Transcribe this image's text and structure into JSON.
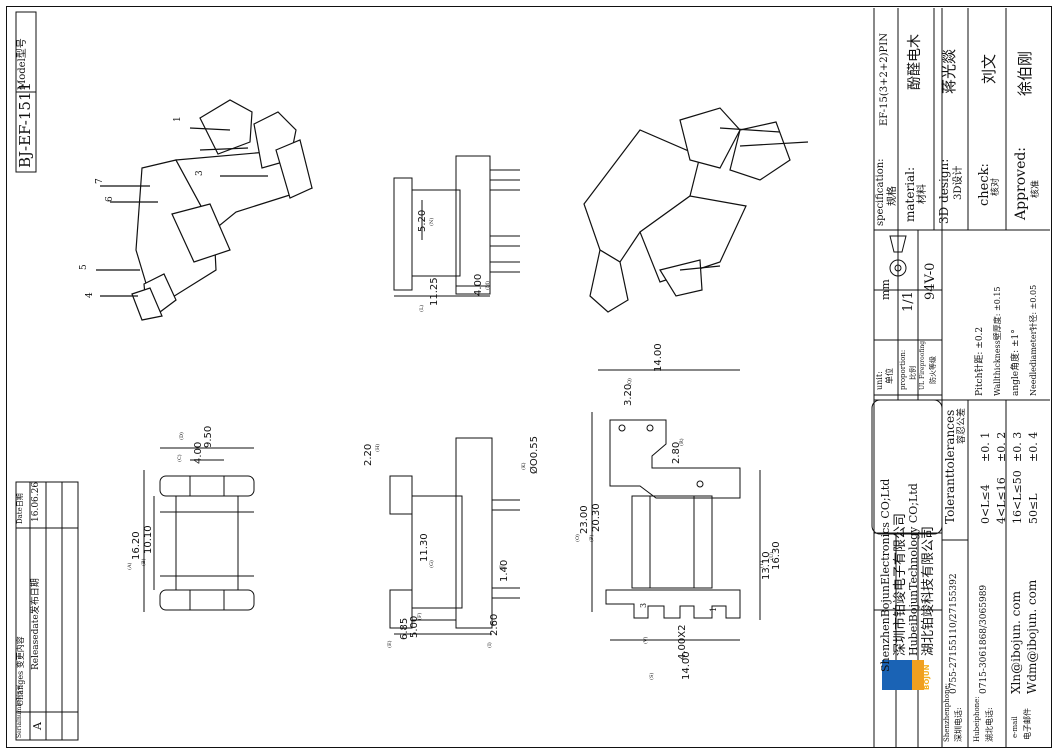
{
  "model_box": {
    "label": "Model型号",
    "value": "BJ-EF-1511"
  },
  "changes": {
    "col_serial": "Serialnumber序号",
    "col_change": "Changes 变更内容",
    "col_date": "Date日期",
    "row_serial": "A",
    "row_change": "Releasedate发布日期",
    "row_date": "16.06.26"
  },
  "pins": {
    "p1": "1",
    "p3": "3",
    "p4": "4",
    "p5": "5",
    "p6": "6",
    "p7": "7"
  },
  "dims_top": {
    "d_520": "5.20",
    "d_520_tag": "(N)",
    "d_400": "4.00",
    "d_400_tag": "(M)",
    "d_1125": "11.25",
    "d_1125_tag": "(L)"
  },
  "dims_left": {
    "d_950": "9.50",
    "d_950_tag": "(D)",
    "d_400": "4.00",
    "d_400_tag": "(C)",
    "d_1620": "16.20",
    "d_1620_tag": "(A)",
    "d_1010": "10.10",
    "d_1010_tag": "(B)"
  },
  "dims_mid": {
    "d_220": "2.20",
    "d_220_tag": "(H)",
    "d_055": "ØO0.55",
    "d_055_tag": "(K)",
    "d_1130": "11.30",
    "d_1130_tag": "(G)",
    "d_140": "1.40",
    "d_140_tag": "(J)",
    "d_500": "5.00",
    "d_500_tag": "(F)",
    "d_685": "6.85",
    "d_685_tag": "(E)",
    "d_260": "2.60",
    "d_260_tag": "(I)"
  },
  "dims_right": {
    "d_1400a": "14.00",
    "d_320": "3.20",
    "d_320_tag": "(Q)",
    "d_280": "2.80",
    "d_280_tag": "(R)",
    "d_2300": "23.00",
    "d_2300_tag": "(O)",
    "d_2030": "20.30",
    "d_2030_tag": "(P)",
    "d_1310": "13.10",
    "d_1310_tag": "(T)",
    "d_1630": "16.30",
    "d_1630_tag": "(U)",
    "d_400x2": "4.00X2",
    "d_400x2_tag": "(V)",
    "d_1400b": "14.00",
    "d_1400b_tag": "(S)",
    "pin1": "1",
    "pin3": "3"
  },
  "company": {
    "line1": "ShenzhenBojunElectronics CO;Ltd",
    "line2": "深圳市铂竣电子有限公司",
    "line3": "HubeiBojunTechnology CO;Ltd",
    "line4": "湖北铂竣科技有限公司",
    "logo": "BOJUN"
  },
  "contact": {
    "sz_label": "Shenzhenphone:",
    "sz_label_cn": "深圳电话:",
    "sz_value": "0755-27155110/27155392",
    "hb_label": "Hubeiphone:",
    "hb_label_cn": "湖北电话:",
    "hb_value": "0715-3061868/3065989",
    "mail_label": "e-mail",
    "mail_label_cn": "电子邮件",
    "mail1": "Xln@ibojun. com",
    "mail2": "Wdm@ibojun. com"
  },
  "tolerances": {
    "title": "Toleranttolerances",
    "title_cn": "容忍公差",
    "r1": "0<L≤4",
    "r1v": "±0. 1",
    "r2": "4<L≤16",
    "r2v": "±0. 2",
    "r3": "16<L≤50",
    "r3v": "±0. 3",
    "r4": "50≤L",
    "r4v": "±0. 4",
    "pitch": "Pitch针距: ±0.2",
    "wall": "Wallthickness壁厚度: ±0.15",
    "angle": "angle角度: ±1°",
    "needle": "Needlediameter针径: ±0.05"
  },
  "units": {
    "unit_label": "unit:",
    "unit_cn": "单位",
    "unit_value": "mm",
    "prop_label": "proportion:",
    "prop_cn": "比例",
    "prop_value": "1/1",
    "ul_label": "UL Fireproofing:",
    "ul_cn": "防火等级",
    "ul_value": "94V-0"
  },
  "title_block": {
    "spec_label": "specification:",
    "spec_cn": "规格",
    "spec_value": "EF-15(3+2+2)PIN",
    "mat_label": "material:",
    "mat_cn": "材料",
    "mat_value": "酚醛电木",
    "design_label": "3D design:",
    "design_cn": "3D设计",
    "design_value": "蒋光燚",
    "check_label": "check:",
    "check_cn": "核对",
    "check_value": "刘文",
    "appr_label": "Approved:",
    "appr_cn": "核准",
    "appr_value": "徐伯刚"
  }
}
